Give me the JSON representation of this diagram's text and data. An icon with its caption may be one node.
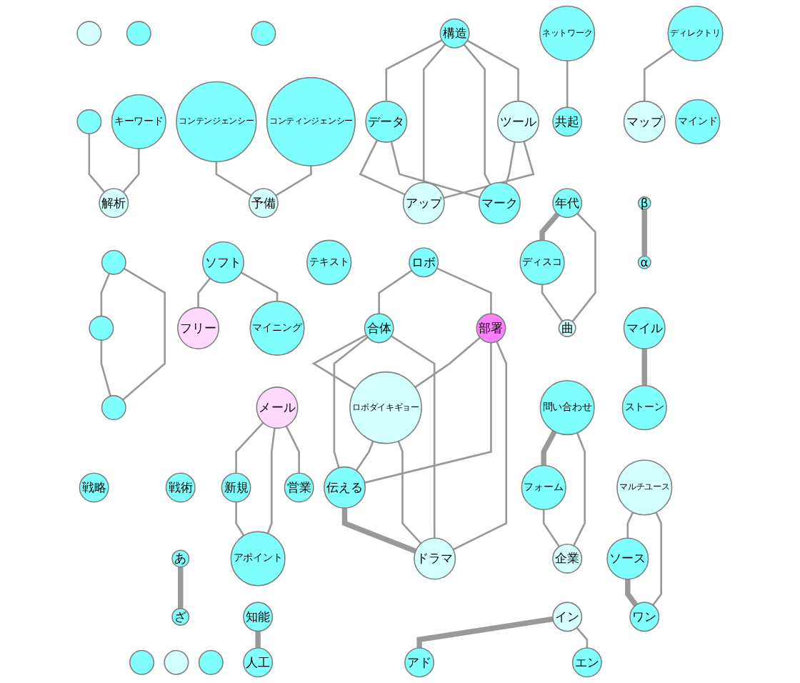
{
  "diagram": {
    "nodes": [
      {
        "text": [],
        "shape": "circle"
      },
      {
        "text": [],
        "shape": "circle"
      },
      {
        "text": [],
        "shape": "circle"
      },
      {
        "text": [
          "ネットワーク"
        ]
      },
      {
        "text": [
          "コンテンジェンシー"
        ]
      },
      {
        "text": [
          "共起"
        ]
      },
      {
        "text": [],
        "shape": "circle"
      },
      {
        "text": [
          "キーワード"
        ]
      },
      {
        "text": [
          "年代"
        ]
      },
      {
        "text": [
          "予備"
        ]
      },
      {
        "text": [
          "解析"
        ]
      },
      {
        "text": [
          "データ"
        ]
      },
      {
        "text": [
          "ディスコ"
        ]
      },
      {
        "text": [
          "曲"
        ]
      },
      {
        "text": [
          "コンティンジェンシー"
        ]
      },
      {
        "text": [
          "構造"
        ]
      },
      {
        "text": [],
        "shape": "circle"
      },
      {
        "text": [
          "アップ"
        ]
      },
      {
        "text": [
          "マーク"
        ]
      },
      {
        "text": [],
        "shape": "circle"
      },
      {
        "text": [],
        "shape": "circle"
      },
      {
        "text": [
          "ソフト"
        ]
      },
      {
        "text": [
          "ツール"
        ]
      },
      {
        "text": [
          "ディレクトリ"
        ]
      },
      {
        "text": [
          "マップ"
        ]
      },
      {
        "text": [
          "マインド"
        ]
      },
      {
        "text": [
          "フリー"
        ]
      },
      {
        "text": [
          "ロボ"
        ]
      },
      {
        "text": [
          "マイニング"
        ]
      },
      {
        "text": [
          "テキスト"
        ]
      },
      {
        "text": [
          "戦略"
        ]
      },
      {
        "text": [
          "戦術"
        ]
      },
      {
        "text": [
          "合体"
        ]
      },
      {
        "text": [
          "β"
        ]
      },
      {
        "text": [
          "問い合わせ"
        ]
      },
      {
        "text": [
          "部署"
        ]
      },
      {
        "text": [
          "フォーム"
        ]
      },
      {
        "text": [
          "ロボダイキギョー"
        ]
      },
      {
        "text": [
          "α"
        ]
      },
      {
        "text": [
          "新規"
        ]
      },
      {
        "text": [
          "伝える"
        ]
      },
      {
        "text": [
          "ドラマ"
        ]
      },
      {
        "text": [
          "メール"
        ]
      },
      {
        "text": [
          "企業"
        ]
      },
      {
        "text": [
          "営業"
        ]
      },
      {
        "text": [
          "アポイント"
        ]
      },
      {
        "text": [
          "あ"
        ]
      },
      {
        "text": [
          "マイル"
        ]
      },
      {
        "text": [
          "アド"
        ]
      },
      {
        "text": [
          "イン"
        ]
      },
      {
        "text": [
          "ストーン"
        ]
      },
      {
        "text": [
          "ざ"
        ]
      },
      {
        "text": [
          "知能"
        ]
      },
      {
        "text": [
          "マルチユース"
        ]
      },
      {
        "text": [
          "人工"
        ]
      },
      {
        "text": [
          "エン"
        ]
      },
      {
        "text": [],
        "shape": "circle"
      },
      {
        "text": [],
        "shape": "circle"
      },
      {
        "text": [],
        "shape": "circle"
      },
      {
        "text": [
          "ソース"
        ]
      },
      {
        "text": [
          "ワン"
        ]
      }
    ],
    "edges": [
      {
        "from": 3,
        "to": 5,
        "arrow": "none"
      },
      {
        "from": 4,
        "to": 9,
        "arrow": "none"
      },
      {
        "from": 14,
        "to": 9,
        "arrow": "none"
      },
      {
        "from": 6,
        "to": 10,
        "arrow": "none"
      },
      {
        "from": 7,
        "to": 10,
        "arrow": "none"
      },
      {
        "from": 8,
        "to": 12,
        "arrow": "none",
        "style": "thick"
      },
      {
        "from": 8,
        "to": 13,
        "arrow": "none"
      },
      {
        "from": 12,
        "to": 13,
        "arrow": "none"
      },
      {
        "from": 15,
        "to": 11,
        "arrow": "none"
      },
      {
        "from": 11,
        "to": 17,
        "arrow": "none"
      },
      {
        "from": 11,
        "to": 18,
        "arrow": "none"
      },
      {
        "from": 15,
        "to": 17,
        "arrow": "none"
      },
      {
        "from": 15,
        "to": 18,
        "arrow": "none"
      },
      {
        "from": 15,
        "to": 22,
        "arrow": "none"
      },
      {
        "from": 22,
        "to": 18,
        "arrow": "none"
      },
      {
        "from": 22,
        "to": 17,
        "arrow": "none"
      },
      {
        "from": 16,
        "to": 19,
        "arrow": "none"
      },
      {
        "from": 16,
        "to": 20,
        "arrow": "none"
      },
      {
        "from": 19,
        "to": 20,
        "arrow": "none"
      },
      {
        "from": 21,
        "to": 26,
        "arrow": "none"
      },
      {
        "from": 21,
        "to": 28,
        "arrow": "none"
      },
      {
        "from": 23,
        "to": 24,
        "arrow": "none"
      },
      {
        "from": 33,
        "to": 38,
        "arrow": "none",
        "style": "thick"
      },
      {
        "from": 34,
        "to": 36,
        "arrow": "none",
        "style": "thick"
      },
      {
        "from": 34,
        "to": 43,
        "arrow": "none"
      },
      {
        "from": 36,
        "to": 43,
        "arrow": "none"
      },
      {
        "from": 27,
        "to": 32,
        "arrow": "none"
      },
      {
        "from": 27,
        "to": 35,
        "arrow": "none"
      },
      {
        "from": 32,
        "to": 37,
        "arrow": "none"
      },
      {
        "from": 32,
        "to": 40,
        "arrow": "none"
      },
      {
        "from": 32,
        "to": 41,
        "arrow": "none"
      },
      {
        "from": 35,
        "to": 37,
        "arrow": "none"
      },
      {
        "from": 37,
        "to": 40,
        "arrow": "none"
      },
      {
        "from": 37,
        "to": 41,
        "arrow": "none"
      },
      {
        "from": 35,
        "to": 40,
        "arrow": "none"
      },
      {
        "from": 35,
        "to": 41,
        "arrow": "none"
      },
      {
        "from": 40,
        "to": 41,
        "arrow": "none",
        "style": "thick"
      },
      {
        "from": 42,
        "to": 39,
        "arrow": "none"
      },
      {
        "from": 39,
        "to": 45,
        "arrow": "none"
      },
      {
        "from": 42,
        "to": 45,
        "arrow": "none"
      },
      {
        "from": 42,
        "to": 44,
        "arrow": "none"
      },
      {
        "from": 46,
        "to": 51,
        "arrow": "none",
        "style": "thick"
      },
      {
        "from": 47,
        "to": 50,
        "arrow": "none",
        "style": "thick"
      },
      {
        "from": 49,
        "to": 48,
        "arrow": "none",
        "style": "thick"
      },
      {
        "from": 49,
        "to": 55,
        "arrow": "none"
      },
      {
        "from": 52,
        "to": 54,
        "arrow": "none",
        "style": "thick"
      },
      {
        "from": 53,
        "to": 59,
        "arrow": "none"
      },
      {
        "from": 53,
        "to": 60,
        "arrow": "none"
      },
      {
        "from": 59,
        "to": 60,
        "arrow": "none",
        "style": "thick"
      }
    ]
  }
}
